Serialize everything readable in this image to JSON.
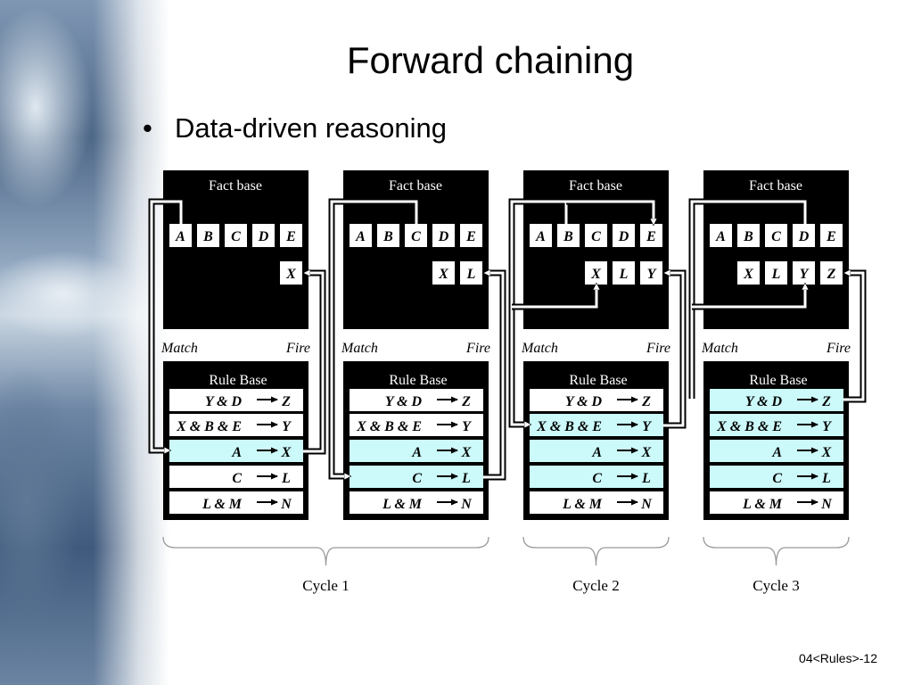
{
  "title": "Forward chaining",
  "bullet": "Data-driven reasoning",
  "footer": "04<Rules>-12",
  "labels": {
    "fact_base": "Fact base",
    "rule_base": "Rule Base",
    "match": "Match",
    "fire": "Fire"
  },
  "rules": [
    {
      "cond": "Y & D",
      "concl": "Z"
    },
    {
      "cond": "X & B & E",
      "concl": "Y"
    },
    {
      "cond": "A",
      "concl": "X"
    },
    {
      "cond": "C",
      "concl": "L"
    },
    {
      "cond": "L & M",
      "concl": "N"
    }
  ],
  "panels": [
    {
      "initial_facts": [
        "A",
        "B",
        "C",
        "D",
        "E"
      ],
      "derived_facts": [
        "X"
      ],
      "highlighted_rules": [
        2
      ],
      "matched_facts": [
        "A"
      ],
      "fired_rule": 2,
      "new_fact": "X"
    },
    {
      "initial_facts": [
        "A",
        "B",
        "C",
        "D",
        "E"
      ],
      "derived_facts": [
        "X",
        "L"
      ],
      "highlighted_rules": [
        2,
        3
      ],
      "matched_facts": [
        "C"
      ],
      "fired_rule": 3,
      "new_fact": "L"
    },
    {
      "initial_facts": [
        "A",
        "B",
        "C",
        "D",
        "E"
      ],
      "derived_facts": [
        "X",
        "L",
        "Y"
      ],
      "highlighted_rules": [
        1,
        2,
        3
      ],
      "matched_facts": [
        "B",
        "E",
        "X"
      ],
      "fired_rule": 1,
      "new_fact": "Y"
    },
    {
      "initial_facts": [
        "A",
        "B",
        "C",
        "D",
        "E"
      ],
      "derived_facts": [
        "X",
        "L",
        "Y",
        "Z"
      ],
      "highlighted_rules": [
        0,
        1,
        2,
        3
      ],
      "matched_facts": [
        "D",
        "Y"
      ],
      "fired_rule": 0,
      "new_fact": "Z"
    }
  ],
  "cycles": [
    {
      "label": "Cycle 1",
      "panels": [
        0,
        1
      ]
    },
    {
      "label": "Cycle 2",
      "panels": [
        2
      ]
    },
    {
      "label": "Cycle 3",
      "panels": [
        3
      ]
    }
  ],
  "colors": {
    "panel": "#000000",
    "highlight": "#ccfafa",
    "cell": "#ffffff"
  }
}
